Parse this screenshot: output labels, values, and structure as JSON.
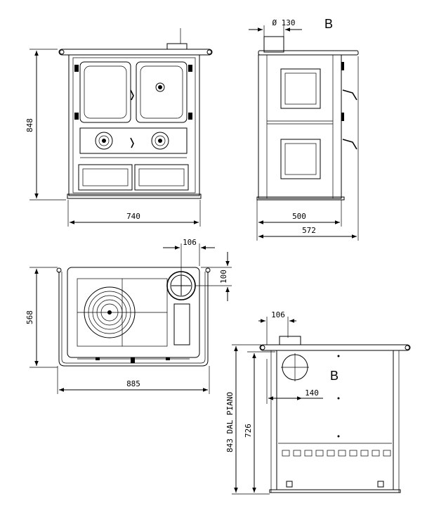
{
  "front_view": {
    "height": "848",
    "width": "740"
  },
  "side_view": {
    "flue_diameter": "Ø 130",
    "label": "B",
    "body_depth": "500",
    "total_depth": "572"
  },
  "top_view": {
    "flue_offset_x": "106",
    "flue_offset_y": "100",
    "depth": "568",
    "width": "885"
  },
  "rear_view": {
    "flue_offset_x": "106",
    "label": "B",
    "flue_height": "140",
    "height_726": "726",
    "height_plane": "843 DAL PIANO"
  }
}
